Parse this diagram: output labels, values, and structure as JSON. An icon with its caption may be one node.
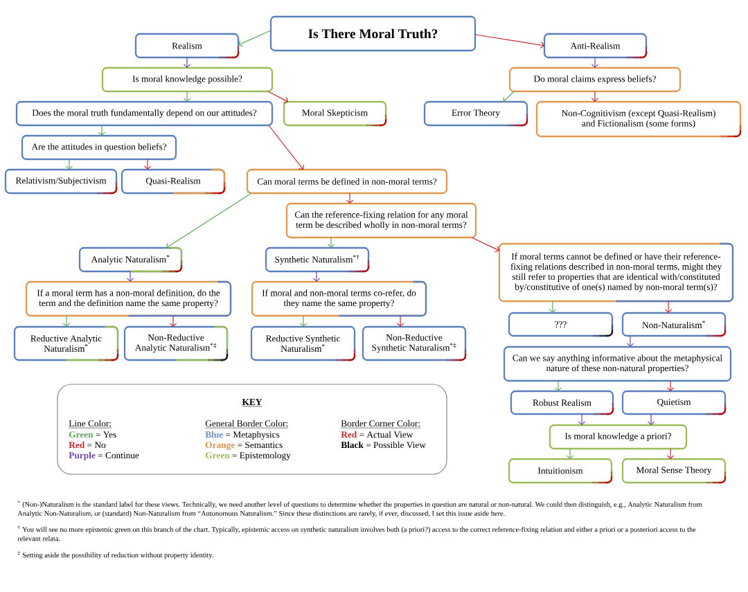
{
  "diagram": {
    "nodes": [
      {
        "text": [
          "Is There Moral Truth?"
        ]
      },
      {
        "text": [
          "Realism"
        ]
      },
      {
        "text": [
          "Anti-Realism"
        ]
      },
      {
        "text": [
          "Is moral knowledge possible?"
        ]
      },
      {
        "text": [
          "Do moral claims express beliefs?"
        ]
      },
      {
        "text": [
          "Does the moral truth fundamentally depend on our attitudes?"
        ]
      },
      {
        "text": [
          "Moral Skepticism"
        ]
      },
      {
        "text": [
          "Error Theory"
        ]
      },
      {
        "text": [
          "Non-Cognitivism (except Quasi-Realism) and Fictionalism (some forms)"
        ]
      },
      {
        "text": [
          "Are the attitudes in question beliefs?"
        ]
      },
      {
        "text": [
          "Relativism/Subjectivism"
        ]
      },
      {
        "text": [
          "Quasi-Realism"
        ]
      },
      {
        "text": [
          "Can moral terms be defined in non-moral terms?"
        ]
      },
      {
        "text": [
          "Can the reference-fixing relation for any moral term be described wholly in non-moral terms?"
        ]
      },
      {
        "text": [
          "Analytic Naturalism$^{*}$"
        ]
      },
      {
        "text": [
          "Synthetic Naturalism$^{*†}$"
        ]
      },
      {
        "text": [
          "If moral terms cannot be defined or have their reference-fixing relations described in non-moral terms, might they still refer to properties that are identical with/constituted by/constitutive of one(s) named by non-moral term(s)?"
        ]
      },
      {
        "text": [
          "If a moral term has a non-moral definition, do the term and the definition name the same property?"
        ]
      },
      {
        "text": [
          "If moral and non-moral terms co-refer, do they name the same property?"
        ]
      },
      {
        "text": [
          "Reductive Analytic Naturalism$^{*}$"
        ]
      },
      {
        "text": [
          "Non-Reductive Analytic Naturalism$^{*‡}$"
        ]
      },
      {
        "text": [
          "Reductive Synthetic Naturalism$^{*}$"
        ]
      },
      {
        "text": [
          "Non-Reductive Synthetic Naturalism$^{*‡}$"
        ]
      },
      {
        "text": [
          "???"
        ]
      },
      {
        "text": [
          "Non-Naturalism$^{*}$"
        ]
      },
      {
        "text": [
          "Can we say anything informative about the metaphysical nature of these non-natural properties?"
        ]
      },
      {
        "text": [
          "Robust Realism"
        ]
      },
      {
        "text": [
          "Quietism"
        ]
      },
      {
        "text": [
          "Is moral knowledge a priori?"
        ]
      },
      {
        "text": [
          "Intuitionism"
        ]
      },
      {
        "text": [
          "Moral Sense Theory"
        ]
      }
    ],
    "edges": [
      {
        "from": 0,
        "to": 1,
        "arrow": "to",
        "color": "#5fa85a"
      },
      {
        "from": 0,
        "to": 2,
        "arrow": "to",
        "color": "#c0282d"
      },
      {
        "from": 1,
        "to": 3,
        "arrow": "to",
        "color": "#7048a8"
      },
      {
        "from": 2,
        "to": 4,
        "arrow": "to",
        "color": "#7048a8"
      },
      {
        "from": 3,
        "to": 5,
        "arrow": "to",
        "color": "#5fa85a"
      },
      {
        "from": 3,
        "to": 6,
        "arrow": "to",
        "color": "#c0282d"
      },
      {
        "from": 4,
        "to": 7,
        "arrow": "to",
        "color": "#5fa85a"
      },
      {
        "from": 4,
        "to": 8,
        "arrow": "to",
        "color": "#c0282d"
      },
      {
        "from": 5,
        "to": 9,
        "arrow": "to",
        "color": "#5fa85a"
      },
      {
        "from": 5,
        "to": 12,
        "arrow": "to",
        "color": "#c0282d"
      },
      {
        "from": 9,
        "to": 10,
        "arrow": "to",
        "color": "#5fa85a"
      },
      {
        "from": 9,
        "to": 11,
        "arrow": "to",
        "color": "#c0282d"
      },
      {
        "from": 12,
        "to": 14,
        "arrow": "to",
        "color": "#5fa85a"
      },
      {
        "from": 12,
        "to": 13,
        "arrow": "to",
        "color": "#c0282d"
      },
      {
        "from": 13,
        "to": 15,
        "arrow": "to",
        "color": "#5fa85a"
      },
      {
        "from": 13,
        "to": 16,
        "arrow": "to",
        "color": "#c0282d"
      },
      {
        "from": 14,
        "to": 17,
        "arrow": "to",
        "color": "#7048a8"
      },
      {
        "from": 15,
        "to": 18,
        "arrow": "to",
        "color": "#7048a8"
      },
      {
        "from": 17,
        "to": 19,
        "arrow": "to",
        "color": "#5fa85a"
      },
      {
        "from": 17,
        "to": 20,
        "arrow": "to",
        "color": "#c0282d"
      },
      {
        "from": 18,
        "to": 21,
        "arrow": "to",
        "color": "#5fa85a"
      },
      {
        "from": 18,
        "to": 22,
        "arrow": "to",
        "color": "#c0282d"
      },
      {
        "from": 16,
        "to": 23,
        "arrow": "to",
        "color": "#5fa85a"
      },
      {
        "from": 16,
        "to": 24,
        "arrow": "to",
        "color": "#c0282d"
      },
      {
        "from": 24,
        "to": 25,
        "arrow": "to",
        "color": "#7048a8"
      },
      {
        "from": 25,
        "to": 26,
        "arrow": "to",
        "color": "#5fa85a"
      },
      {
        "from": 25,
        "to": 27,
        "arrow": "to",
        "color": "#c0282d"
      },
      {
        "from": 26,
        "to": 28,
        "arrow": "to",
        "color": "#7048a8"
      },
      {
        "from": 27,
        "to": 28,
        "arrow": "to",
        "color": "#7048a8"
      },
      {
        "from": 28,
        "to": 29,
        "arrow": "to",
        "color": "#5fa85a"
      },
      {
        "from": 28,
        "to": 30,
        "arrow": "to",
        "color": "#c0282d"
      }
    ],
    "labels": [
      "KEY",
      "Line Color:",
      "General Border Color:",
      "Border Corner Color:",
      "$^{*}$ (Non-)Naturalism is the standard label for these views. Technically, we need another level of questions to determine whether the properties in question are natural or non-natural. We could then distinguish, e.g., Analytic Naturalism from Analytic Non-Naturalism, or (standard) Non-Naturalism from “Autonomous Naturalism.” Since these distinctions are rarely, if ever, discussed, I set this issue aside here.",
      "$^{†}$ You will see no more epistemic green on this branch of the chart. Typically, epistemic access on synthetic naturalism involves both (a priori?) access to the correct reference-fixing relation and either a priori or a posteriori access to the relevant relata.",
      "$^{‡}$ Setting aside the possibility of reduction without property identity."
    ],
    "legend": [
      {
        "text": "**Green** = Yes",
        "color": "#5fa85a"
      },
      {
        "text": "**Red** = No",
        "color": "#c0282d"
      },
      {
        "text": "**Purple** = Continue",
        "color": "#7048a8"
      },
      {
        "text": "**Blue** = Metaphysics",
        "color": "#6f8fc8"
      },
      {
        "text": "**Orange** = Semantics",
        "color": "#d9924f"
      },
      {
        "text": "**Green** = Epistemology",
        "color": "#9bbb59"
      },
      {
        "text": "**Red** = Actual View",
        "color": "#c0282d"
      },
      {
        "text": "**Black** = Possible View",
        "color": "#000000"
      }
    ]
  }
}
